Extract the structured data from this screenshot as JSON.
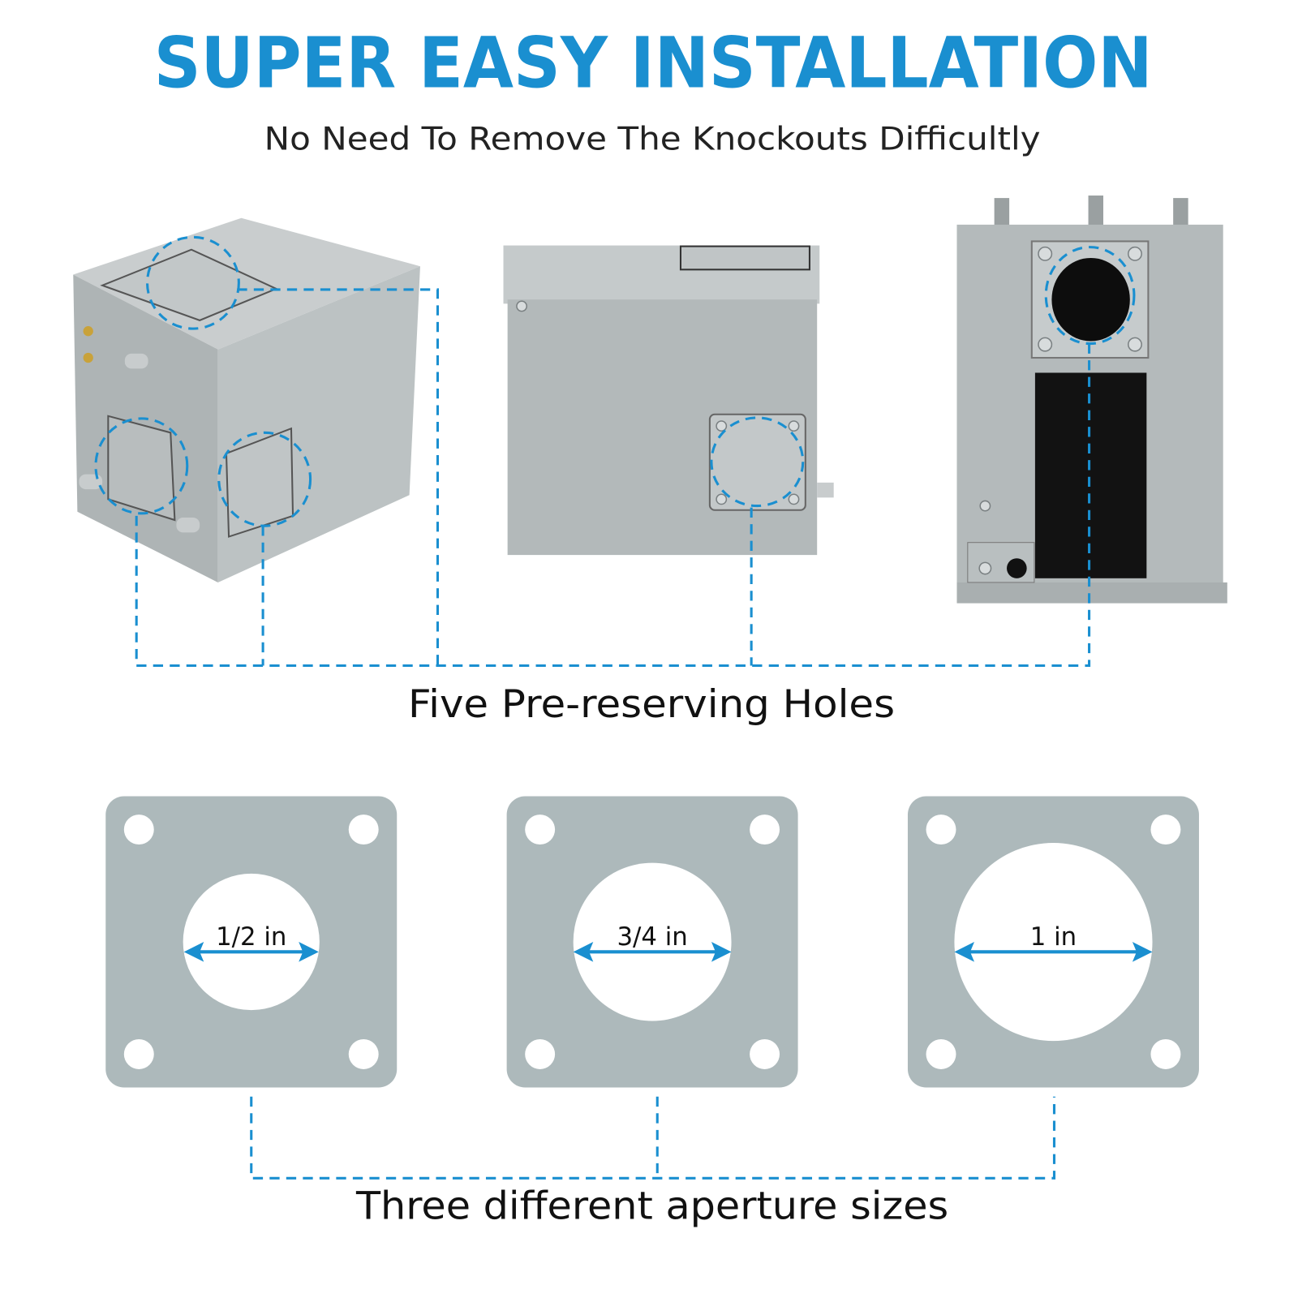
{
  "header": {
    "title": "SUPER EASY INSTALLATION",
    "subtitle": "No Need To Remove The Knockouts Difficultly"
  },
  "products": {
    "caption": "Five Pre-reserving Holes",
    "views": [
      "angled-view",
      "side-view",
      "front-view"
    ]
  },
  "apertures": {
    "caption": "Three different aperture sizes",
    "plates": [
      {
        "label": "1/2 in"
      },
      {
        "label": "3/4 in"
      },
      {
        "label": "1 in"
      }
    ]
  },
  "colors": {
    "accent": "#1a8fd0",
    "plate": "#adb9bb",
    "box": "#b4babb"
  }
}
